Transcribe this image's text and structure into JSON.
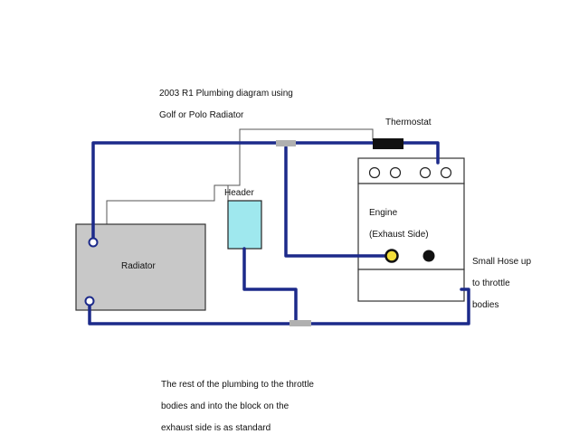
{
  "title": {
    "line1": "2003 R1  Plumbing diagram using",
    "line2": "Golf or Polo Radiator"
  },
  "labels": {
    "thermostat": "Thermostat",
    "header": "Header",
    "engine_line1": "Engine",
    "engine_line2": "(Exhaust Side)",
    "radiator": "Radiator",
    "small_hose_line1": "Small Hose up",
    "small_hose_line2": "to throttle",
    "small_hose_line3": "bodies"
  },
  "footnote": {
    "line1": "The rest of the plumbing to the throttle",
    "line2": "bodies and into the block on the",
    "line3": "exhaust side is as standard"
  },
  "colors": {
    "hose": "#1c2a8a",
    "radiator_fill": "#c8c8c8",
    "header_fill": "#9fe8ee",
    "thermostat": "#111111",
    "port_yellow": "#f2dd3a",
    "port_black": "#111111",
    "connector": "#b0b0b0",
    "outline": "#333333"
  }
}
